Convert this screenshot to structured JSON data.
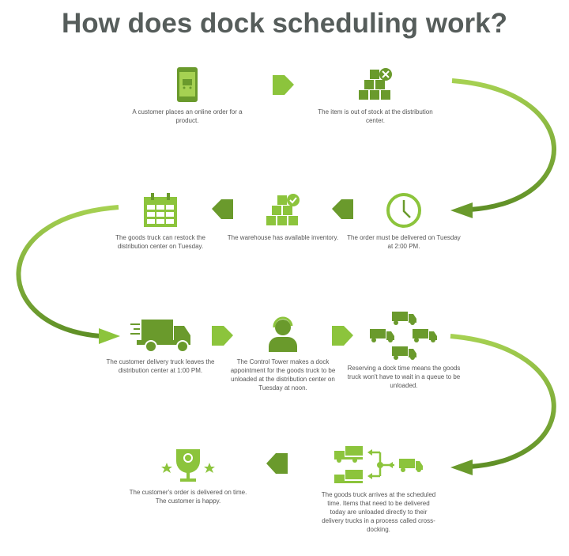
{
  "title": "How does dock scheduling work?",
  "colors": {
    "light_green": "#8cc43c",
    "dark_green": "#6a9a2c",
    "title": "#565d5b"
  },
  "steps": [
    {
      "icon": "smartphone-cart-icon",
      "text": "A customer places an online order for a product."
    },
    {
      "icon": "boxes-x-icon",
      "text": "The item is out of stock at the distribution center."
    },
    {
      "icon": "clock-icon",
      "text": "The order must be delivered on Tuesday at 2:00 PM."
    },
    {
      "icon": "boxes-check-icon",
      "text": "The warehouse has available inventory."
    },
    {
      "icon": "calendar-icon",
      "text": "The goods truck can restock the distribution center on Tuesday."
    },
    {
      "icon": "delivery-truck-icon",
      "text": "The customer delivery truck leaves the distribution center at 1:00 PM."
    },
    {
      "icon": "headset-operator-icon",
      "text": "The Control Tower makes a dock appointment for the goods truck to be unloaded at the distribution center on Tuesday at noon."
    },
    {
      "icon": "trucks-icon",
      "text": "Reserving a dock time means the goods truck won't have to wait in a queue to be unloaded."
    },
    {
      "icon": "cross-docking-icon",
      "text": "The goods truck arrives at the scheduled time. Items that need to be delivered today are unloaded directly to their delivery trucks in a process called cross-docking."
    },
    {
      "icon": "trophy-icon",
      "text": "The customer's order is delivered on time. The customer is happy."
    }
  ]
}
